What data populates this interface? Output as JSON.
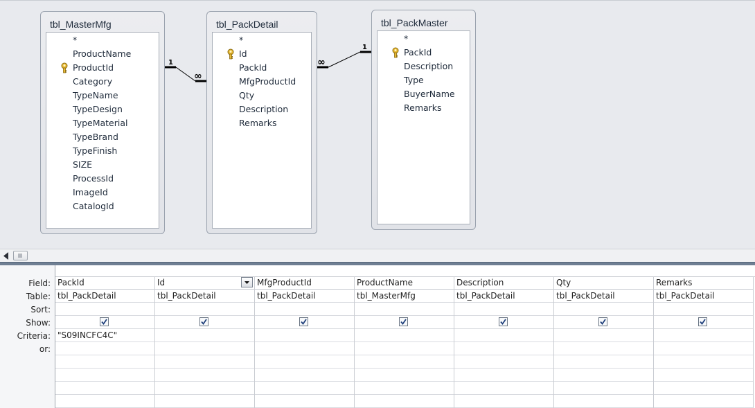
{
  "tables": [
    {
      "title": "tbl_MasterMfg",
      "fields": [
        "*",
        "ProductName",
        "ProductId",
        "Category",
        "TypeName",
        "TypeDesign",
        "TypeMaterial",
        "TypeBrand",
        "TypeFinish",
        "SIZE",
        "ProcessId",
        "ImageId",
        "CatalogId"
      ],
      "key_field": "ProductId"
    },
    {
      "title": "tbl_PackDetail",
      "fields": [
        "*",
        "Id",
        "PackId",
        "MfgProductId",
        "Qty",
        "Description",
        "Remarks"
      ],
      "key_field": "Id"
    },
    {
      "title": "tbl_PackMaster",
      "fields": [
        "*",
        "PackId",
        "Description",
        "Type",
        "BuyerName",
        "Remarks"
      ],
      "key_field": "PackId"
    }
  ],
  "relationships": [
    {
      "one_label": "1",
      "many_label": "∞"
    },
    {
      "one_label": "1",
      "many_label": "∞"
    }
  ],
  "icons": {
    "primary_key": "key-icon",
    "scroll_left": "triangle-left-icon",
    "dropdown": "triangle-down-icon",
    "checkbox": "checkmark-icon"
  },
  "grid": {
    "row_labels": {
      "field": "Field:",
      "table": "Table:",
      "sort": "Sort:",
      "show": "Show:",
      "criteria": "Criteria:",
      "or": "or:"
    },
    "columns": [
      {
        "field": "PackId",
        "table": "tbl_PackDetail",
        "sort": "",
        "show": true,
        "criteria": "\"S09INCFC4C\"",
        "or": ""
      },
      {
        "field": "Id",
        "table": "tbl_PackDetail",
        "sort": "",
        "show": true,
        "criteria": "",
        "or": ""
      },
      {
        "field": "MfgProductId",
        "table": "tbl_PackDetail",
        "sort": "",
        "show": true,
        "criteria": "",
        "or": ""
      },
      {
        "field": "ProductName",
        "table": "tbl_MasterMfg",
        "sort": "",
        "show": true,
        "criteria": "",
        "or": ""
      },
      {
        "field": "Description",
        "table": "tbl_PackDetail",
        "sort": "",
        "show": true,
        "criteria": "",
        "or": ""
      },
      {
        "field": "Qty",
        "table": "tbl_PackDetail",
        "sort": "",
        "show": true,
        "criteria": "",
        "or": ""
      },
      {
        "field": "Remarks",
        "table": "tbl_PackDetail",
        "sort": "",
        "show": true,
        "criteria": "",
        "or": ""
      }
    ]
  },
  "colors": {
    "pane_background": "#e8eaee",
    "splitter": "#6f7f93",
    "key_gold": "#d9a521"
  }
}
